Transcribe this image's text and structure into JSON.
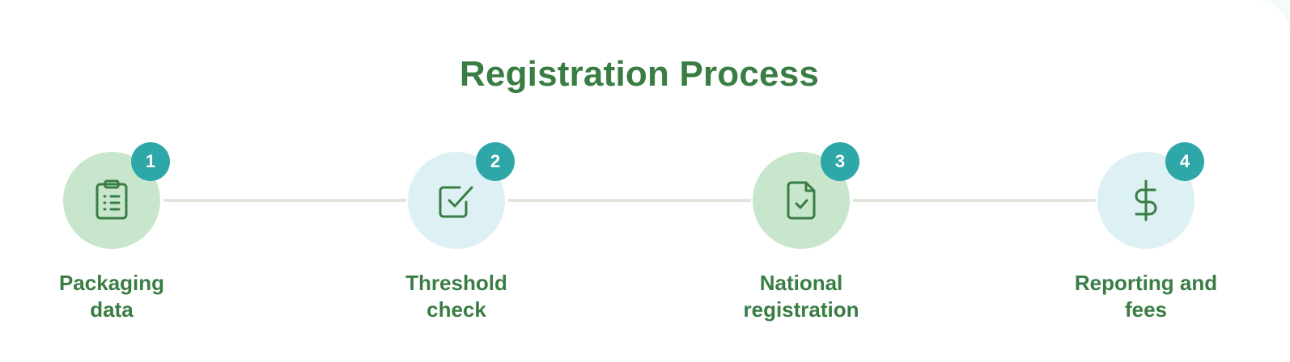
{
  "title": "Registration Process",
  "colors": {
    "accent": "#3a7d44",
    "badge": "#2ea7a8",
    "circle_green": "#c8e6cc",
    "circle_blue": "#ddf0f4",
    "connector": "#dfe7dc"
  },
  "steps": [
    {
      "number": "1",
      "line1": "Packaging",
      "line2": "data",
      "icon": "clipboard-list-icon"
    },
    {
      "number": "2",
      "line1": "Threshold",
      "line2": "check",
      "icon": "checkbox-icon"
    },
    {
      "number": "3",
      "line1": "National",
      "line2": "registration",
      "icon": "document-check-icon"
    },
    {
      "number": "4",
      "line1": "Reporting and",
      "line2": "fees",
      "icon": "dollar-icon"
    }
  ]
}
